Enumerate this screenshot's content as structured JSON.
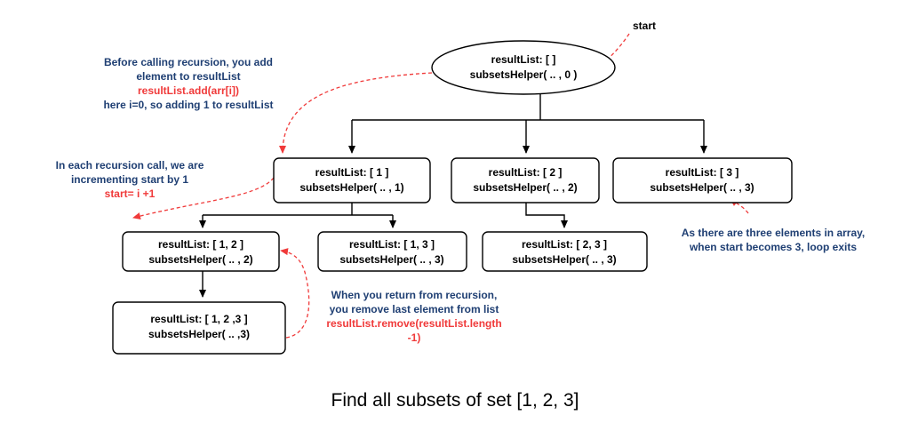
{
  "caption": "Find all subsets of set [1, 2, 3]",
  "start_label": "start",
  "nodes": {
    "root": {
      "line1": "resultList: [  ]",
      "line2": "subsetsHelper( .. , 0 )"
    },
    "n1": {
      "line1": "resultList: [ 1 ]",
      "line2": "subsetsHelper( .. , 1)"
    },
    "n2": {
      "line1": "resultList: [ 2 ]",
      "line2": "subsetsHelper( .. , 2)"
    },
    "n3": {
      "line1": "resultList: [ 3 ]",
      "line2": "subsetsHelper( .. , 3)"
    },
    "n12": {
      "line1": "resultList: [ 1, 2 ]",
      "line2": "subsetsHelper( .. , 2)"
    },
    "n13": {
      "line1": "resultList: [ 1, 3 ]",
      "line2": "subsetsHelper( .. , 3)"
    },
    "n23": {
      "line1": "resultList: [ 2, 3 ]",
      "line2": "subsetsHelper( .. , 3)"
    },
    "n123": {
      "line1": "resultList: [ 1, 2 ,3 ]",
      "line2": "subsetsHelper( .. ,3)"
    }
  },
  "notes": {
    "add": {
      "l1": "Before calling recursion, you add",
      "l2": "element to resultList",
      "l3": "resultList.add(arr[i])",
      "l4": "here i=0, so adding 1 to resultList"
    },
    "increment": {
      "l1": "In each recursion call, we are",
      "l2": "incrementing start by 1",
      "l3": "start= i +1"
    },
    "exit": {
      "l1": "As there are three elements in array,",
      "l2": "when start becomes 3, loop exits"
    },
    "remove": {
      "l1": "When you return from recursion,",
      "l2": "you remove last element from list",
      "l3": "resultList.remove(resultList.length",
      "l4": "-1)"
    }
  },
  "colors": {
    "note_blue": "#1f3f73",
    "note_red": "#f03a3a",
    "line": "#000000"
  }
}
